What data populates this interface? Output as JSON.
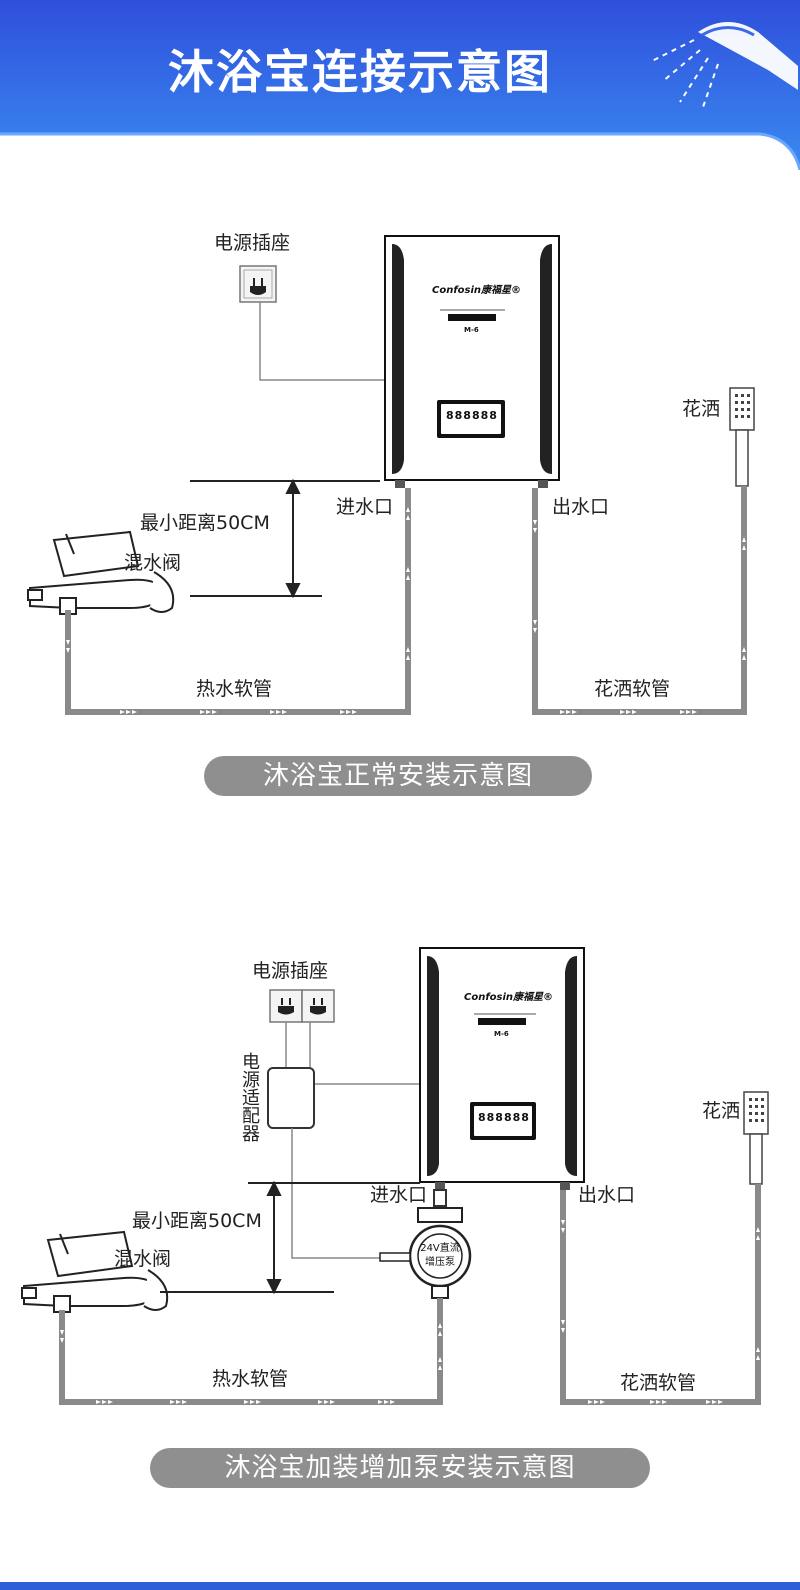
{
  "header": {
    "title": "沐浴宝连接示意图",
    "colors": {
      "banner_top": "#2f4fdc",
      "banner_bottom": "#3a8af0",
      "accent_stroke": "#6aa8ff"
    },
    "icon": "shower-head-icon"
  },
  "diagram1": {
    "socket_label": "电源插座",
    "brand": "Confosin康福星®",
    "model": "M-6",
    "display_digits": "888888",
    "inlet_label": "进水口",
    "outlet_label": "出水口",
    "distance_label": "最小距离50CM",
    "mixer_label": "混水阀",
    "hot_hose_label": "热水软管",
    "shower_label": "花洒",
    "shower_hose_label": "花洒软管",
    "caption": "沐浴宝正常安装示意图"
  },
  "diagram2": {
    "socket_label": "电源插座",
    "adapter_label": "电源适配器",
    "brand": "Confosin康福星®",
    "model": "M-6",
    "display_digits": "888888",
    "inlet_label": "进水口",
    "outlet_label": "出水口",
    "distance_label": "最小距离50CM",
    "mixer_label": "混水阀",
    "pump_label_line1": "24V直流",
    "pump_label_line2": "增压泵",
    "hot_hose_label": "热水软管",
    "shower_label": "花洒",
    "shower_hose_label": "花洒软管",
    "caption": "沐浴宝加装增加泵安装示意图"
  },
  "colors": {
    "pipe": "#8a8a8a",
    "caption_bg": "#8f8f8f",
    "line": "#222222"
  }
}
